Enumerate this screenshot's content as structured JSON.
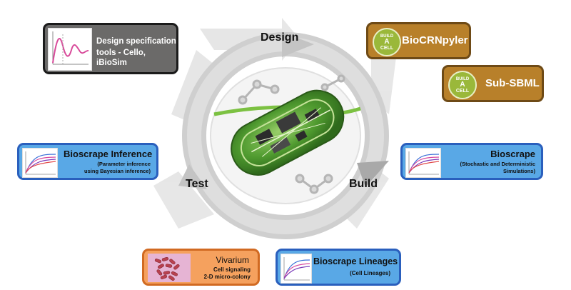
{
  "cycle": {
    "design": "Design",
    "build": "Build",
    "test": "Test"
  },
  "boxes": {
    "design_spec": {
      "line1": "Design specification",
      "line2": "tools - Cello, iBioSim",
      "color": "#6b6a69"
    },
    "biocrnpyler": {
      "title": "BioCRNpyler",
      "color": "#b8802a"
    },
    "subsbml": {
      "title": "Sub-SBML",
      "color": "#b8802a"
    },
    "bioscrape_inference": {
      "title": "Bioscrape Inference",
      "sub1": "(Parameter inference",
      "sub2": "using Bayesian inference)",
      "color": "#59a8e6"
    },
    "bioscrape": {
      "title": "Bioscrape",
      "sub1": "(Stochastic and Deterministic",
      "sub2": "Simulations)",
      "color": "#59a8e6"
    },
    "vivarium": {
      "title": "Vivarium",
      "sub1": "Cell signaling",
      "sub2": "2-D micro-colony",
      "color": "#f5a15e"
    },
    "lineages": {
      "title": "Bioscrape Lineages",
      "sub1": "(Cell Lineages)",
      "color": "#59a8e6"
    }
  },
  "badge": {
    "line1": "BUILD",
    "line2": "A",
    "line3": "CELL"
  }
}
